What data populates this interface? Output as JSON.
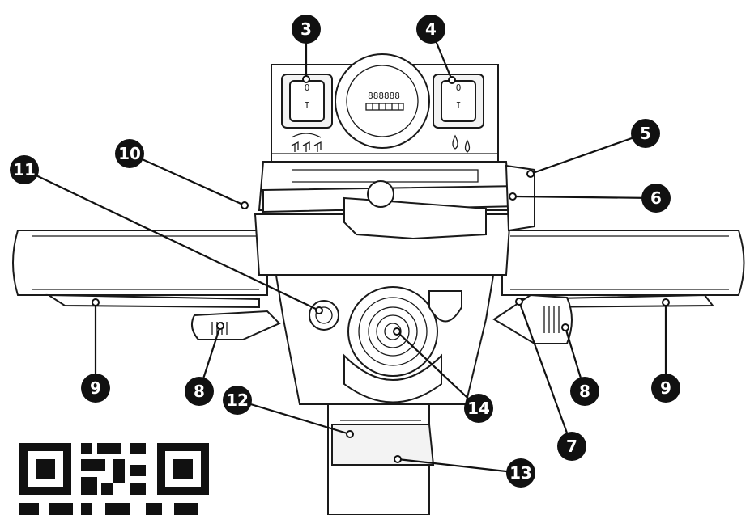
{
  "colors": {
    "ink": "#111111",
    "paper": "#ffffff",
    "callout_fill": "#111111",
    "callout_text": "#ffffff"
  },
  "callouts": [
    {
      "id": "c3",
      "label": "3"
    },
    {
      "id": "c4",
      "label": "4"
    },
    {
      "id": "c5",
      "label": "5"
    },
    {
      "id": "c6",
      "label": "6"
    },
    {
      "id": "c7",
      "label": "7"
    },
    {
      "id": "c8a",
      "label": "8"
    },
    {
      "id": "c8b",
      "label": "8"
    },
    {
      "id": "c9a",
      "label": "9"
    },
    {
      "id": "c9b",
      "label": "9"
    },
    {
      "id": "c10",
      "label": "10"
    },
    {
      "id": "c11",
      "label": "11"
    },
    {
      "id": "c12",
      "label": "12"
    },
    {
      "id": "c13",
      "label": "13"
    },
    {
      "id": "c14",
      "label": "14"
    }
  ],
  "switch_left": {
    "symbol_top": "O",
    "symbol_bottom": "I"
  },
  "switch_right": {
    "symbol_top": "O",
    "symbol_bottom": "I"
  },
  "display": {
    "digits": "888888"
  },
  "icons": [
    "brush-icon",
    "water-drop-icon",
    "qr-code-icon"
  ]
}
